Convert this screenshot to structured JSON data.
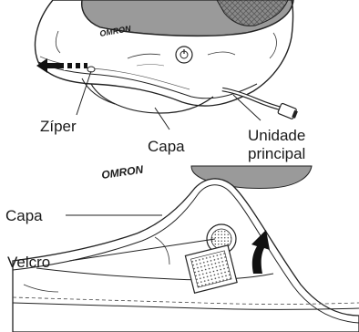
{
  "top_illustration": {
    "brand": "OMRON",
    "labels": {
      "zipper": "Zíper",
      "cover": "Capa",
      "main_unit_line1": "Unidade",
      "main_unit_line2": "principal"
    }
  },
  "bottom_illustration": {
    "brand": "OMRON",
    "labels": {
      "cover": "Capa",
      "velcro": "Velcro"
    }
  }
}
